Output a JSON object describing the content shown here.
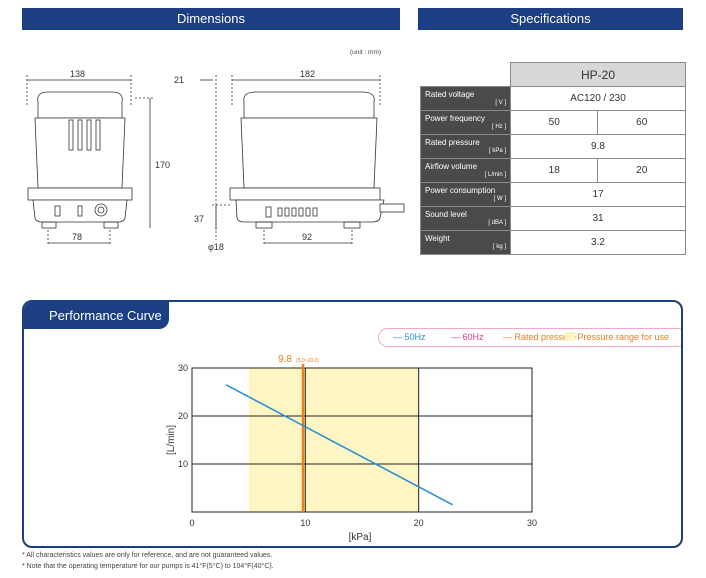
{
  "headers": {
    "dimensions": "Dimensions",
    "specifications": "Specifications"
  },
  "unit_note": "(unit : mm)",
  "dimension_labels": {
    "front_width": "138",
    "front_base": "78",
    "height": "170",
    "side_offset": "21",
    "side_length": "182",
    "outlet_height": "37",
    "side_base": "92",
    "outlet_dia": "φ18"
  },
  "spec": {
    "model": "HP-20",
    "rows": [
      {
        "label": "Rated voltage",
        "unit": "[ V ]",
        "values": [
          "AC120 / 230"
        ]
      },
      {
        "label": "Power frequency",
        "unit": "[ Hz ]",
        "values": [
          "50",
          "60"
        ]
      },
      {
        "label": "Rated pressure",
        "unit": "[ kPa ]",
        "values": [
          "9.8"
        ]
      },
      {
        "label": "Airflow volume",
        "unit": "[ L/min ]",
        "values": [
          "18",
          "20"
        ]
      },
      {
        "label": "Power consumption",
        "unit": "[ W ]",
        "values": [
          "17"
        ]
      },
      {
        "label": "Sound level",
        "unit": "[ dBA ]",
        "values": [
          "31"
        ]
      },
      {
        "label": "Weight",
        "unit": "[ kg ]",
        "values": [
          "3.2"
        ]
      }
    ]
  },
  "performance": {
    "title": "Performance Curve",
    "legend": {
      "hz50": "50Hz",
      "hz60": "60Hz",
      "rated": "Rated pressure",
      "range": "Pressure range for use"
    },
    "colors": {
      "hz50": "#2a8fd4",
      "hz60": "#e8398a",
      "rated": "#f07d1a",
      "range": "#fdf6c4"
    }
  },
  "chart_data": {
    "type": "line",
    "xlabel": "[kPa]",
    "ylabel": "[L/min]",
    "xlim": [
      0,
      30
    ],
    "ylim": [
      0,
      30
    ],
    "xticks": [
      "0",
      "10",
      "20",
      "30"
    ],
    "yticks": [
      "10",
      "20",
      "30"
    ],
    "grid": true,
    "series": [
      {
        "name": "50Hz",
        "x": [
          3,
          23
        ],
        "y": [
          26.5,
          1.5
        ]
      }
    ],
    "rated_pressure": {
      "value": 9.8,
      "label": "9.8",
      "range_label": "(5.0~20.0)"
    },
    "use_range": [
      5,
      20
    ]
  },
  "footnotes": [
    "* All characteristics values are only for reference, and are not guaranteed values.",
    "* Note that the operating temperature for our pumps is 41°F(5°C) to 104°F(40°C)."
  ]
}
